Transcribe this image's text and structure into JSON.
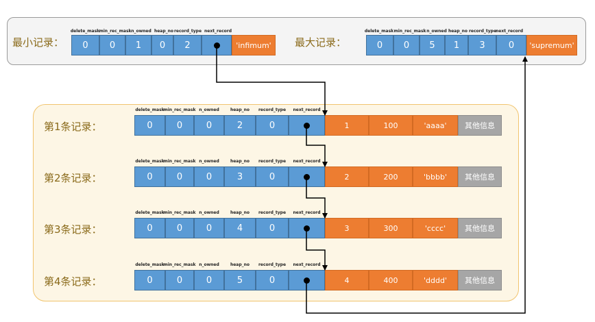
{
  "headers": [
    "delete_mask",
    "min_rec_mask",
    "n_owned",
    "heap_no",
    "record_type",
    "next_record"
  ],
  "min_record": {
    "label": "最小记录：",
    "values": [
      "0",
      "0",
      "1",
      "0",
      "2"
    ],
    "data": "'infimum'"
  },
  "max_record": {
    "label": "最大记录：",
    "values": [
      "0",
      "0",
      "5",
      "1",
      "3",
      "0"
    ],
    "data": "'supremum'"
  },
  "records": [
    {
      "label": "第1条记录：",
      "values": [
        "0",
        "0",
        "0",
        "2",
        "0"
      ],
      "id": "1",
      "num": "100",
      "str": "'aaaa'",
      "extra": "其他信息"
    },
    {
      "label": "第2条记录：",
      "values": [
        "0",
        "0",
        "0",
        "3",
        "0"
      ],
      "id": "2",
      "num": "200",
      "str": "'bbbb'",
      "extra": "其他信息"
    },
    {
      "label": "第3条记录：",
      "values": [
        "0",
        "0",
        "0",
        "4",
        "0"
      ],
      "id": "3",
      "num": "300",
      "str": "'cccc'",
      "extra": "其他信息"
    },
    {
      "label": "第4条记录：",
      "values": [
        "0",
        "0",
        "0",
        "5",
        "0"
      ],
      "id": "4",
      "num": "400",
      "str": "'dddd'",
      "extra": "其他信息"
    }
  ],
  "colors": {
    "header_field": "#5b9bd5",
    "data_field": "#ed7d31",
    "other_field": "#a6a6a6",
    "panel_records": "#fdf6e5",
    "panel_border": "#f1c46e"
  }
}
